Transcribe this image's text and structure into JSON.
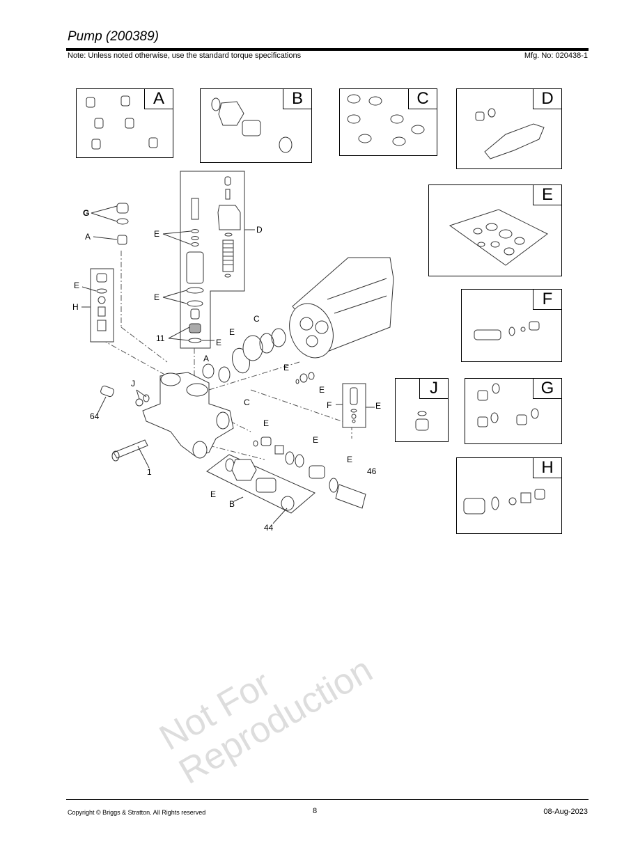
{
  "header": {
    "title": "Pump (200389)",
    "note": "Note: Unless noted otherwise, use the standard torque specifications",
    "mfg_no": "Mfg. No: 020438-1"
  },
  "kits": [
    {
      "letter": "A"
    },
    {
      "letter": "B"
    },
    {
      "letter": "C"
    },
    {
      "letter": "D"
    },
    {
      "letter": "E"
    },
    {
      "letter": "F"
    },
    {
      "letter": "J"
    },
    {
      "letter": "G"
    },
    {
      "letter": "H"
    }
  ],
  "callouts": [
    "G",
    "A",
    "E",
    "D",
    "E",
    "H",
    "E",
    "11",
    "E",
    "E",
    "C",
    "A",
    "E",
    "E",
    "C",
    "J",
    "64",
    "F",
    "E",
    "E",
    "E",
    "1",
    "E",
    "46",
    "E",
    "B",
    "44"
  ],
  "watermark": "Not For\nReproduction",
  "footer": {
    "copyright": "Copyright ©  Briggs & Stratton. All Rights reserved",
    "page": "8",
    "date": "08-Aug-2023"
  }
}
